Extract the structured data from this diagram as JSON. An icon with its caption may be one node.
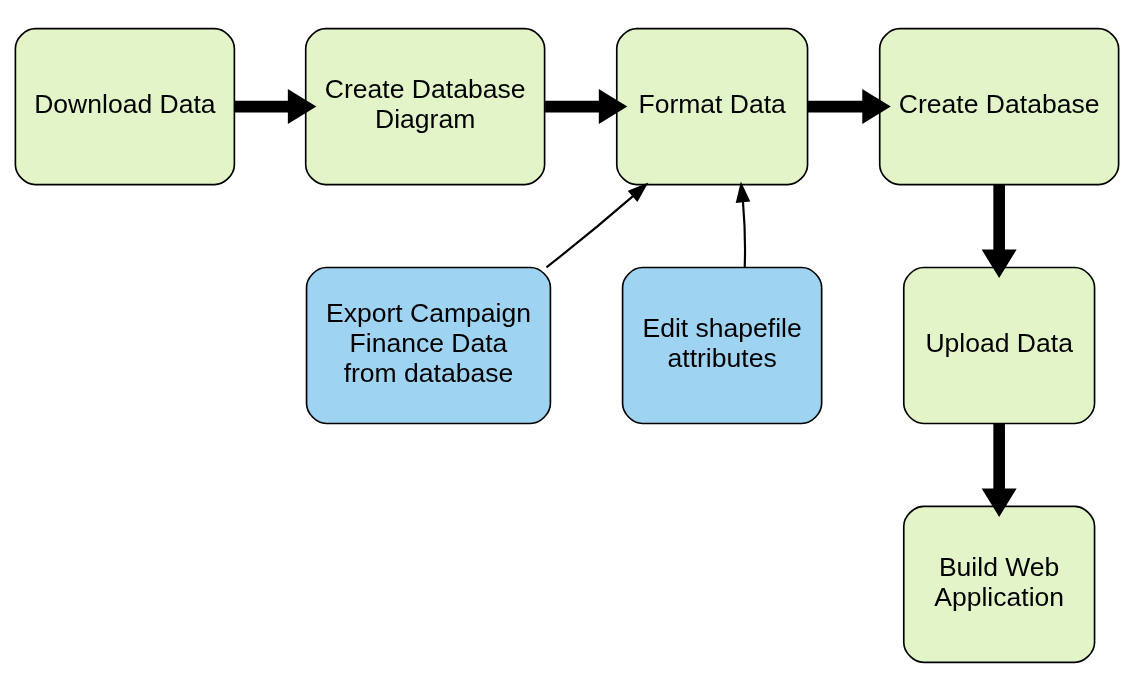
{
  "diagram": {
    "nodes": [
      {
        "text": [
          "Download Data"
        ]
      },
      {
        "text": [
          "Create Database Diagram"
        ]
      },
      {
        "text": [
          "Format Data"
        ]
      },
      {
        "text": [
          "Create Database"
        ]
      },
      {
        "text": [
          "Upload Data"
        ]
      },
      {
        "text": [
          "Build Web Application"
        ]
      },
      {
        "text": [
          "Export Campaign Finance Data from database"
        ]
      },
      {
        "text": [
          "Edit shapefile attributes"
        ]
      }
    ],
    "edges": [
      {
        "from": 0,
        "to": 1,
        "arrow": "to"
      },
      {
        "from": 1,
        "to": 2,
        "arrow": "to"
      },
      {
        "from": 2,
        "to": 3,
        "arrow": "to"
      },
      {
        "from": 3,
        "to": 4,
        "arrow": "to"
      },
      {
        "from": 4,
        "to": 5,
        "arrow": "to"
      },
      {
        "from": 6,
        "to": 2,
        "arrow": "to"
      },
      {
        "from": 7,
        "to": 2,
        "arrow": "to"
      }
    ]
  }
}
